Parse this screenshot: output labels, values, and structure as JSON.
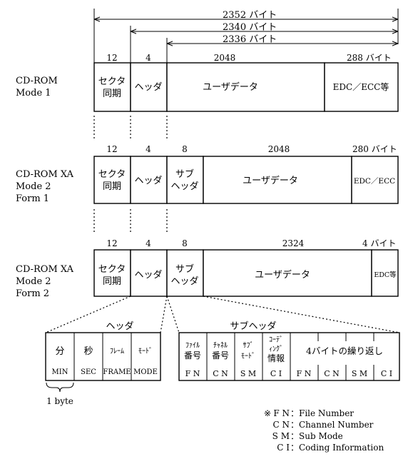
{
  "dimensions": {
    "total_2352": "2352 バイト",
    "total_2340": "2340 バイト",
    "total_2336": "2336 バイト"
  },
  "mode1": {
    "label_line1": "CD-ROM",
    "label_line2": "Mode 1",
    "size_sync": "12",
    "size_header": "4",
    "size_user": "2048",
    "size_edc": "288 バイト",
    "sync_line1": "セクタ",
    "sync_line2": "同期",
    "header": "ヘッダ",
    "user": "ユーザデータ",
    "edc": "EDC／ECC等"
  },
  "form1": {
    "label_line1": "CD-ROM XA",
    "label_line2": "Mode 2",
    "label_line3": "Form 1",
    "size_sync": "12",
    "size_header": "4",
    "size_subheader": "8",
    "size_user": "2048",
    "size_edc": "280 バイト",
    "sync_line1": "セクタ",
    "sync_line2": "同期",
    "header": "ヘッダ",
    "subheader_line1": "サブ",
    "subheader_line2": "ヘッダ",
    "user": "ユーザデータ",
    "edc": "EDC／ECC"
  },
  "form2": {
    "label_line1": "CD-ROM XA",
    "label_line2": "Mode 2",
    "label_line3": "Form 2",
    "size_sync": "12",
    "size_header": "4",
    "size_subheader": "8",
    "size_user": "2324",
    "size_edc": "4 バイト",
    "sync_line1": "セクタ",
    "sync_line2": "同期",
    "header": "ヘッダ",
    "subheader_line1": "サブ",
    "subheader_line2": "ヘッダ",
    "user": "ユーザデータ",
    "edc": "EDC等"
  },
  "header_detail": {
    "title": "ヘッダ",
    "fields": [
      {
        "jp": "分",
        "en": "MIN"
      },
      {
        "jp": "秒",
        "en": "SEC"
      },
      {
        "jp": "ﾌﾚｰﾑ",
        "en": "FRAME"
      },
      {
        "jp": "ﾓｰﾄﾞ",
        "en": "MODE"
      }
    ],
    "byte_note": "1 byte"
  },
  "subheader_detail": {
    "title": "サブヘッダ",
    "f1_line1": "ﾌｧｲﾙ",
    "f1_line2": "番号",
    "f2_line1": "ﾁｬﾈﾙ",
    "f2_line2": "番号",
    "f3_line1": "ｻﾌﾞ",
    "f3_line2": "ﾓｰﾄﾞ",
    "f4_line1": "ｺｰﾃﾞ",
    "f4_line2": "ｨﾝｸﾞ",
    "f4_line3": "情報",
    "repeat": "4バイトの繰り返し",
    "codes": [
      "F N",
      "C N",
      "S M",
      "C I",
      "F N",
      "C N",
      "S M",
      "C I"
    ]
  },
  "legend": {
    "mark": "※",
    "items": [
      {
        "code": "F N",
        "desc": "：File Number"
      },
      {
        "code": "C N",
        "desc": "：Channel Number"
      },
      {
        "code": "S M",
        "desc": "：Sub Mode"
      },
      {
        "code": "C I",
        "desc": "：Coding Information"
      }
    ]
  }
}
